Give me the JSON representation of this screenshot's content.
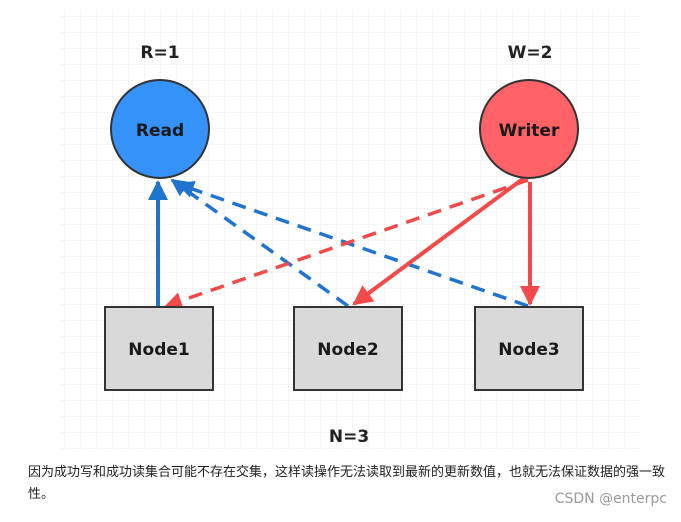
{
  "diagram": {
    "r_label": "R=1",
    "w_label": "W=2",
    "n_label": "N=3",
    "read_label": "Read",
    "writer_label": "Writer",
    "nodes": [
      "Node1",
      "Node2",
      "Node3"
    ]
  },
  "colors": {
    "read": "#3592F9",
    "writer": "#FF6266",
    "blue_edge": "#1F74CF",
    "red_edge": "#F24A4A",
    "node_fill": "#D9D9D9",
    "grid": "#EBEBEB"
  },
  "caption": "因为成功写和成功读集合可能不存在交集，这样读操作无法读取到最新的更新数值，也就无法保证数据的强一致性。",
  "watermark": "CSDN @enterpc"
}
